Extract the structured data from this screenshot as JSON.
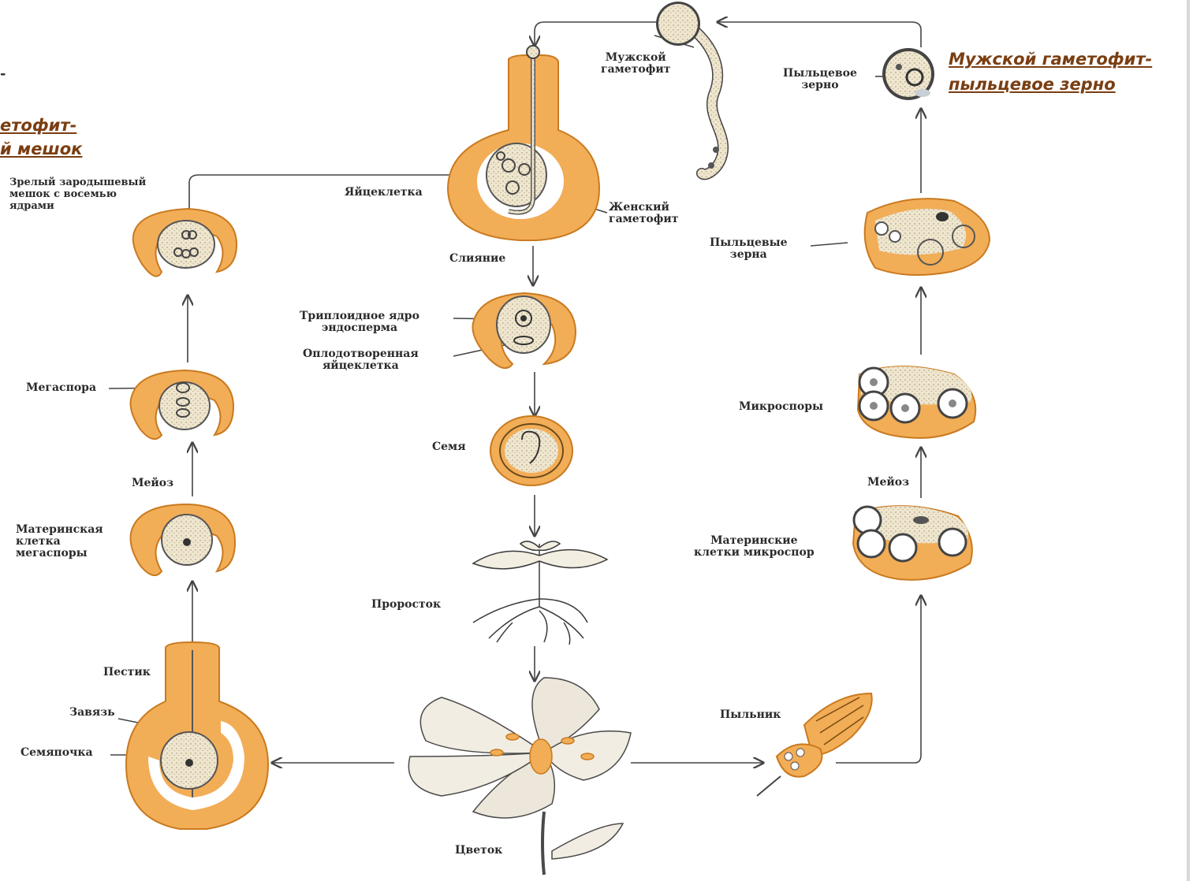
{
  "headings": {
    "male_line1": "Мужской гаметофит-",
    "male_line2": "пыльцевое зерно",
    "female_line1": "етофит-",
    "female_line2": "й мешок",
    "dash": "-"
  },
  "labels": {
    "male_gametophyte": "Мужской\nгаметофит",
    "pollen_grain": "Пыльцевое\nзерно",
    "mature_sac": "Зрелый зародышевый\nмешок с восемью\nядрами",
    "egg_cell": "Яйцеклетка",
    "female_gametophyte": "Женский\nгаметофит",
    "pollen_grains": "Пыльцевые\nзерна",
    "fusion": "Слияние",
    "triploid": "Триплоидное ядро\nэндосперма",
    "fertilized_egg": "Оплодотворенная\nяйцеклетка",
    "megaspore": "Мегаспора",
    "microspores": "Микроспоры",
    "seed": "Семя",
    "meiosis_left": "Мейоз",
    "meiosis_right": "Мейоз",
    "megaspore_mother": "Материнская\nклетка\nмегаспоры",
    "microspore_mother": "Материнские\nклетки микроспор",
    "seedling": "Проросток",
    "pistil": "Пестик",
    "ovary": "Завязь",
    "ovule": "Семяпочка",
    "anther": "Пыльник",
    "flower": "Цветок"
  },
  "colors": {
    "orange": "#f2ad57",
    "orange_dark": "#c97a1f",
    "cell": "#efe6cf",
    "line": "#444444",
    "accent": "#7a3e12"
  }
}
